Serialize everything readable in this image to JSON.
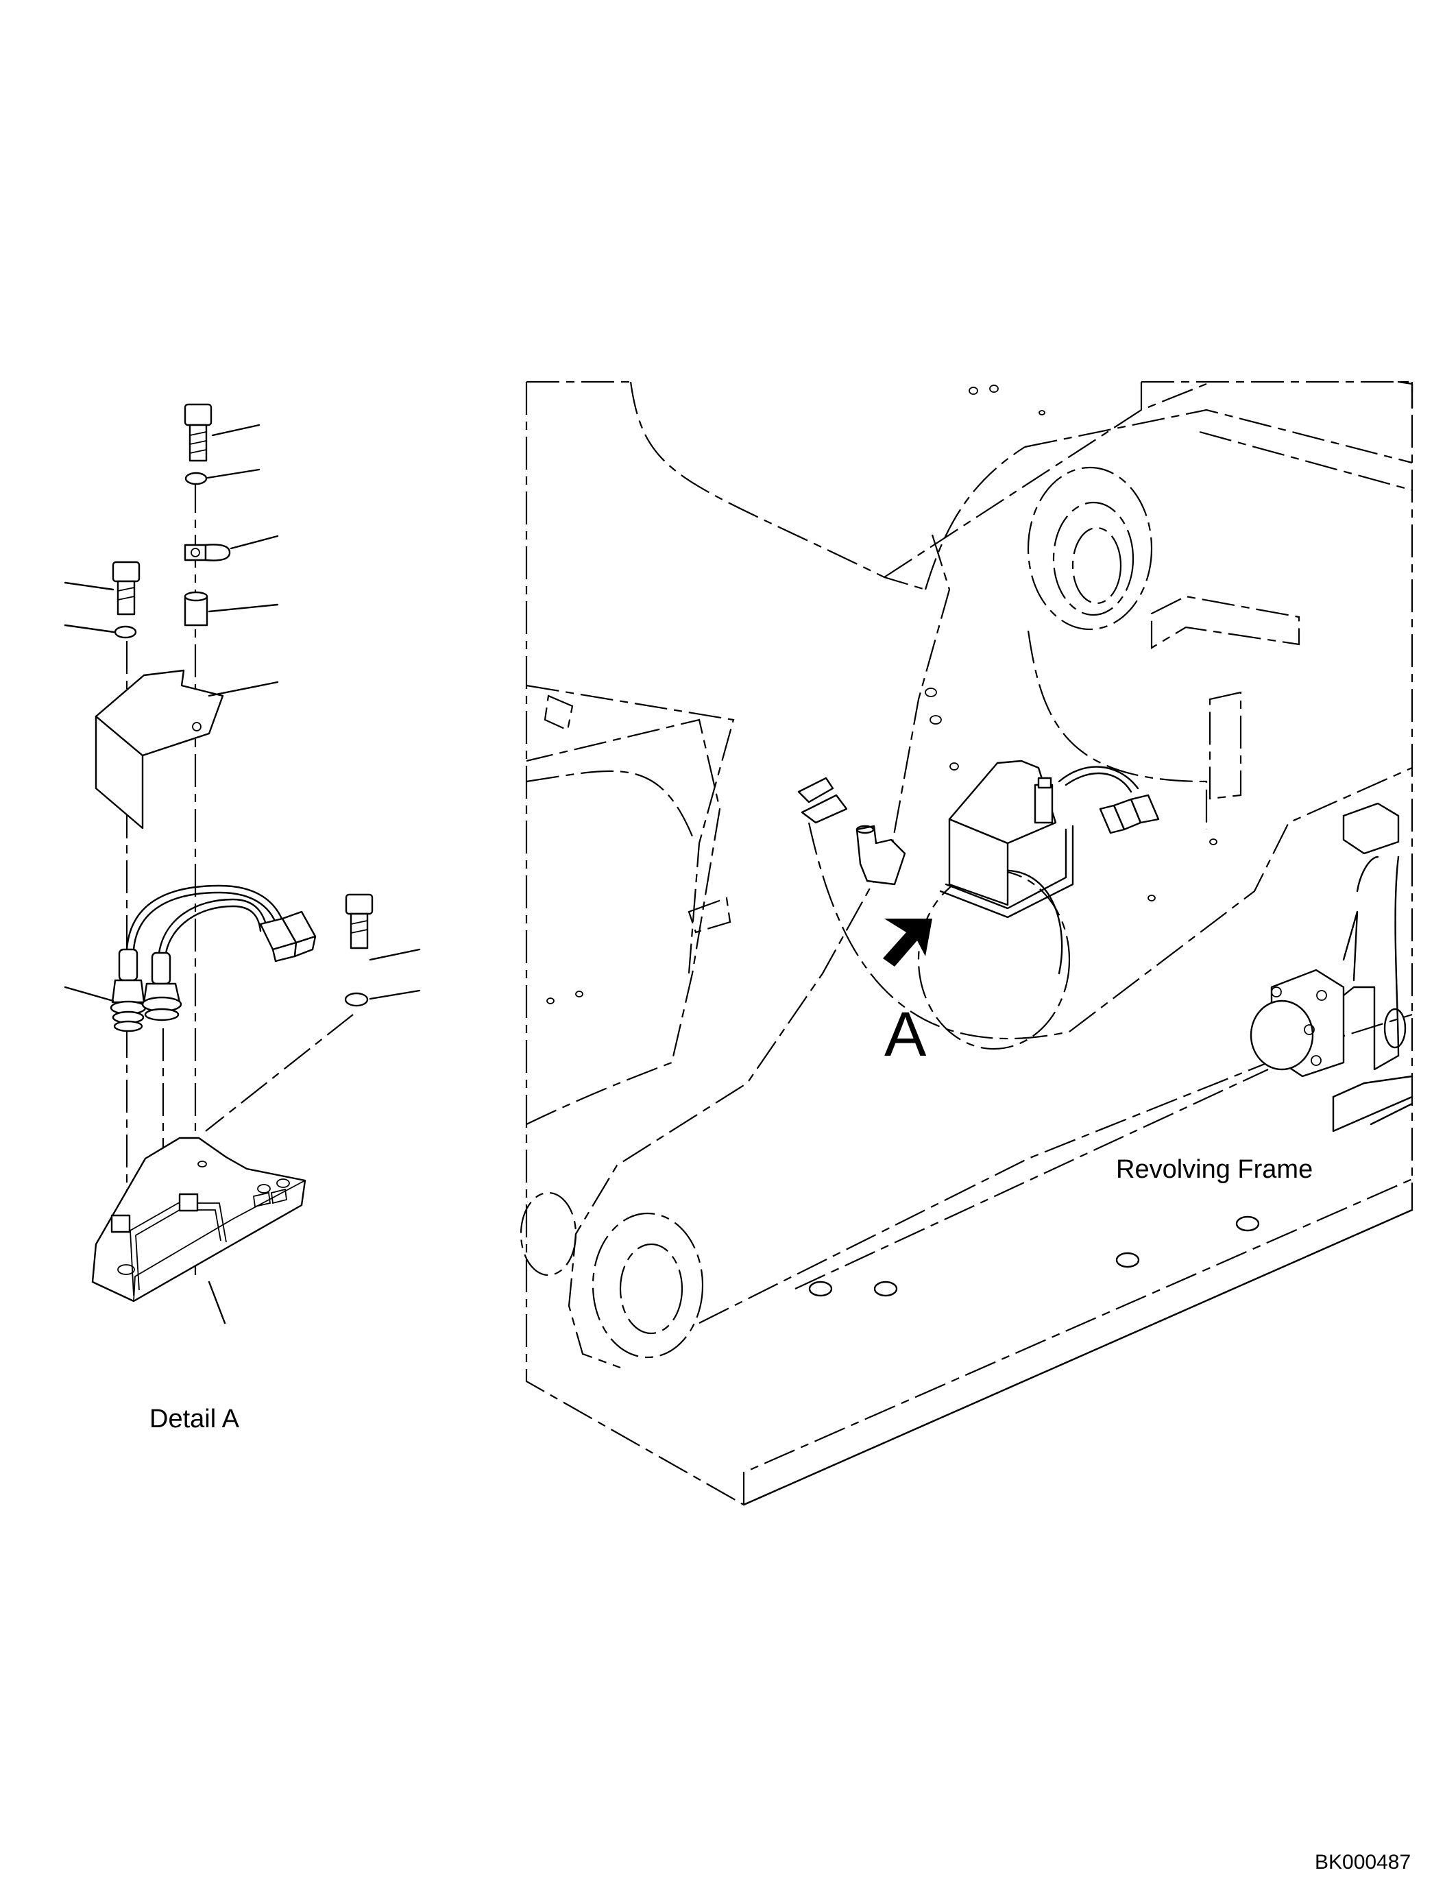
{
  "labels": {
    "detail": "Detail A",
    "view_marker": "A",
    "frame": "Revolving Frame",
    "drawing_number": "BK000487"
  },
  "parts": {
    "exploded_view": [
      "bolt-top",
      "washer-top",
      "clamp",
      "spacer",
      "bolt-left",
      "washer-left",
      "cover",
      "sensor-left",
      "sensor-right",
      "wire-harness",
      "connectors",
      "bolt-right",
      "washer-right",
      "bracket"
    ]
  },
  "colors": {
    "line": "#000000",
    "background": "#ffffff"
  }
}
